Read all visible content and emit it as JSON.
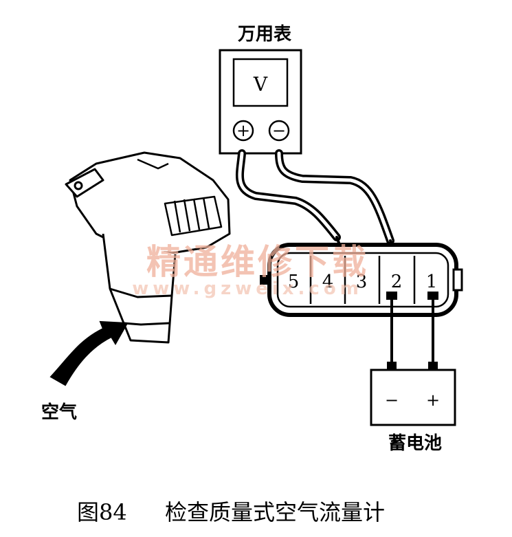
{
  "multimeter": {
    "title": "万用表",
    "display": "V",
    "plus": "+",
    "minus": "−"
  },
  "connector": {
    "pins": [
      "5",
      "4",
      "3",
      "2",
      "1"
    ]
  },
  "battery": {
    "label": "蓄电池",
    "minus": "−",
    "plus": "+"
  },
  "air_label": "空气",
  "watermark": {
    "cn": "精通维修下载",
    "url": "www.gzweix.com"
  },
  "caption": {
    "number": "图84",
    "text": "检查质量式空气流量计"
  }
}
